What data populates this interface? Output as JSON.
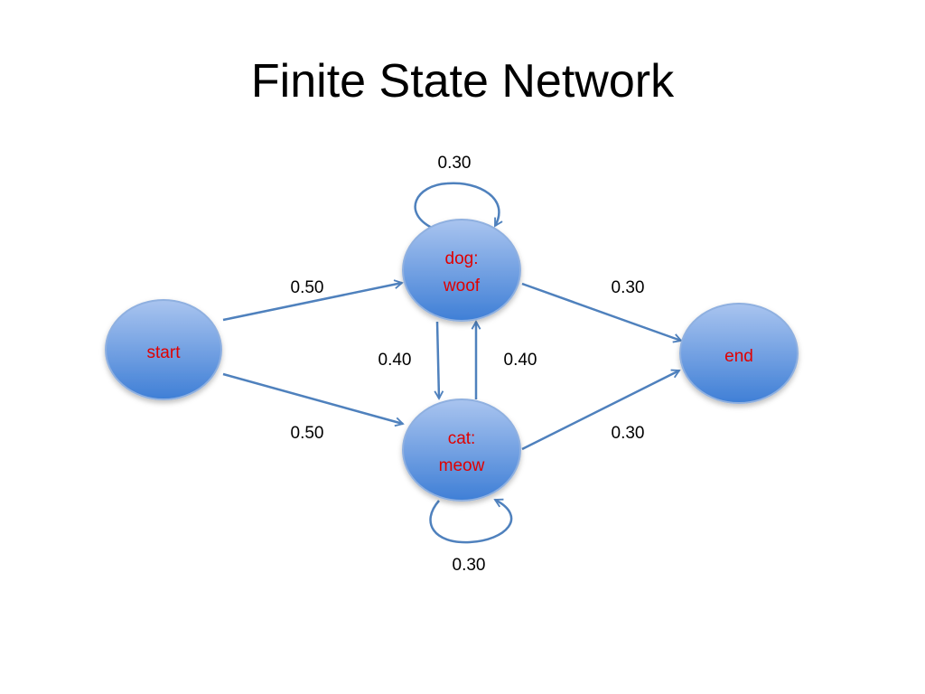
{
  "slide": {
    "title": "Finite State Network"
  },
  "colors": {
    "node_fill_top": "#a9c4ef",
    "node_fill_bottom": "#3f7fd6",
    "node_stroke": "#8fb0e0",
    "node_label": "#e00000",
    "edge": "#4f81bd"
  },
  "nodes": [
    {
      "id": "start",
      "lines": [
        "start"
      ]
    },
    {
      "id": "dog",
      "lines": [
        "dog:",
        "woof"
      ]
    },
    {
      "id": "cat",
      "lines": [
        "cat:",
        "meow"
      ]
    },
    {
      "id": "end",
      "lines": [
        "end"
      ]
    }
  ],
  "edges": [
    {
      "id": "dog-self",
      "from": "dog",
      "to": "dog",
      "label": "0.30"
    },
    {
      "id": "start-dog",
      "from": "start",
      "to": "dog",
      "label": "0.50"
    },
    {
      "id": "dog-end",
      "from": "dog",
      "to": "end",
      "label": "0.30"
    },
    {
      "id": "dog-cat",
      "from": "dog",
      "to": "cat",
      "label": "0.40"
    },
    {
      "id": "cat-dog",
      "from": "cat",
      "to": "dog",
      "label": "0.40"
    },
    {
      "id": "start-cat",
      "from": "start",
      "to": "cat",
      "label": "0.50"
    },
    {
      "id": "cat-end",
      "from": "cat",
      "to": "end",
      "label": "0.30"
    },
    {
      "id": "cat-self",
      "from": "cat",
      "to": "cat",
      "label": "0.30"
    }
  ]
}
